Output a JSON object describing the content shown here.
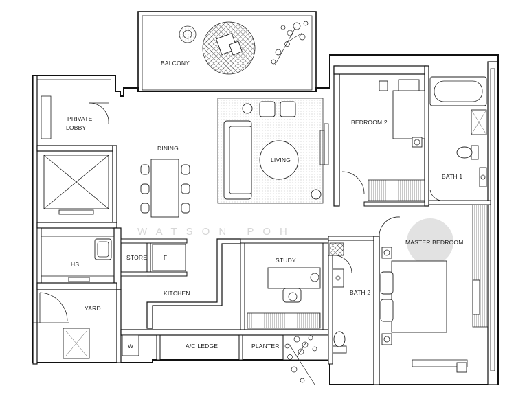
{
  "watermark": "WATSON POH",
  "rooms": {
    "balcony": "BALCONY",
    "private_lobby_line1": "PRIVATE",
    "private_lobby_line2": "LOBBY",
    "dining": "DINING",
    "living": "LIVING",
    "bedroom2": "BEDROOM 2",
    "bath1": "BATH 1",
    "master_bedroom": "MASTER BEDROOM",
    "hs": "HS",
    "store": "STORE",
    "fridge": "F",
    "study": "STUDY",
    "bath2": "BATH 2",
    "kitchen": "KITCHEN",
    "yard": "YARD",
    "washer": "W",
    "ac_ledge": "A/C LEDGE",
    "planter": "PLANTER"
  },
  "icons": [
    "plant-icon",
    "lift-icon",
    "bathtub-icon",
    "toilet-icon",
    "bed-icon",
    "sofa-icon",
    "table-icon",
    "chair-icon"
  ]
}
